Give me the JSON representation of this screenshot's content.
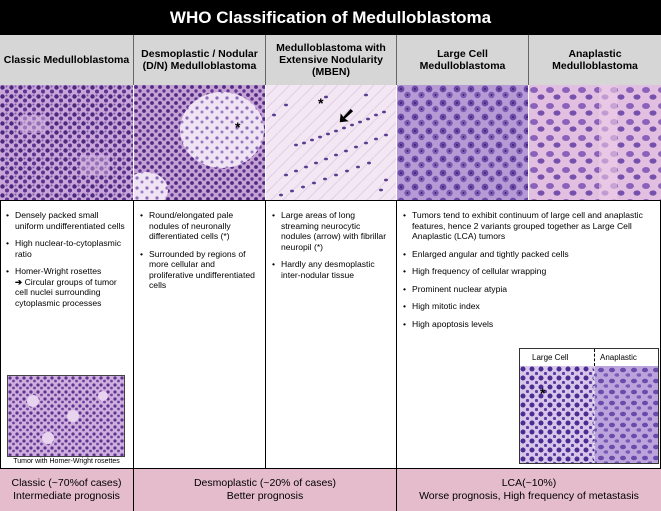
{
  "title": "WHO Classification of Medulloblastoma",
  "columns": [
    {
      "header": "Classic Medulloblastoma",
      "bullets": [
        "Densely packed small uniform undifferentiated cells",
        "High nuclear-to-cytoplasmic ratio",
        "Homer-Wright rosettes"
      ],
      "rosette_arrow": "➔",
      "rosette_note": "Circular groups of tumor cell nuclei surrounding cytoplasmic processes",
      "inset_caption": "Tumor with Homer-Wright rosettes"
    },
    {
      "header": "Desmoplastic / Nodular (D/N) Medulloblastoma",
      "bullets": [
        "Round/elongated pale nodules of neuronally differentiated cells (*)",
        "Surrounded by regions of more cellular and proliferative undifferentiated cells"
      ]
    },
    {
      "header": "Medulloblastoma with Extensive Nodularity (MBEN)",
      "bullets": [
        "Large areas of long streaming neurocytic nodules (arrow) with fibrillar neuropil (*)",
        "Hardly any desmoplastic inter-nodular tissue"
      ]
    },
    {
      "header": "Large Cell Medulloblastoma"
    },
    {
      "header": "Anaplastic Medulloblastoma"
    }
  ],
  "lca": {
    "bullets": [
      "Tumors tend to exhibit continuum of large cell and anaplastic features, hence 2 variants grouped together as Large Cell Anaplastic (LCA) tumors",
      "Enlarged angular and tightly packed cells",
      "High frequency of cellular wrapping",
      "Prominent nuclear atypia",
      "High mitotic index",
      "High apoptosis levels"
    ],
    "inset_left": "Large Cell",
    "inset_right": "Anaplastic"
  },
  "markers": {
    "star": "*",
    "arrow": "➘"
  },
  "footers": [
    {
      "line1": "Classic (~70%of cases)",
      "line2": "Intermediate prognosis"
    },
    {
      "line1": "Desmoplastic (~20% of cases)",
      "line2": "Better prognosis"
    },
    {
      "line1": "LCA(~10%)",
      "line2": "Worse prognosis, High frequency of metastasis"
    }
  ],
  "colors": {
    "title_bg": "#000000",
    "header_bg": "#d6d6d6",
    "footer_bg": "#e5bccb",
    "stain_purple": "#6a3f9b",
    "stain_pink": "#e9b9d8"
  }
}
